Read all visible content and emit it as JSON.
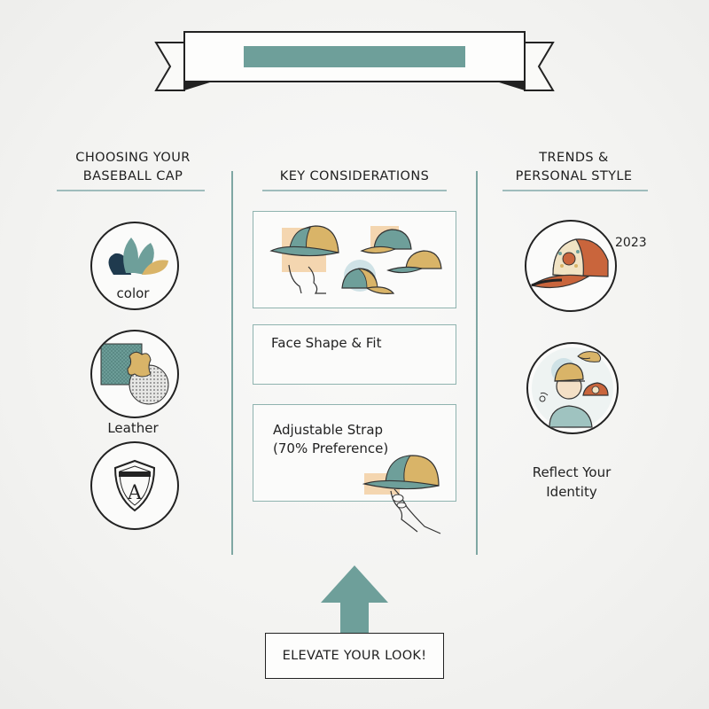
{
  "banner": {
    "title": "",
    "bar_color": "#6e9f9a",
    "icon": "ribbon-banner"
  },
  "columns": {
    "left": {
      "title_line1": "CHOOSING YOUR",
      "title_line2": "BASEBALL CAP",
      "items": [
        {
          "label": "color",
          "icon": "color-petals-icon"
        },
        {
          "label": "Leather",
          "icon": "leather-material-icon"
        },
        {
          "label": "",
          "icon": "shield-logo-icon"
        }
      ]
    },
    "center": {
      "title": "KEY CONSIDERATIONS",
      "boxes": [
        {
          "label": "",
          "icon": "cap-styles-illustration"
        },
        {
          "label": "Face Shape & Fit"
        },
        {
          "label_line1": "Adjustable Strap",
          "label_line2": "(70% Preference)",
          "icon": "cap-strap-hand-icon"
        }
      ]
    },
    "right": {
      "title_line1": "TRENDS &",
      "title_line2": "PERSONAL STYLE",
      "trend_year": "2023",
      "identity_line1": "Reflect Your",
      "identity_line2": "Identity",
      "icons": [
        "trucker-cap-icon",
        "person-with-caps-icon"
      ]
    }
  },
  "arrow": {
    "icon": "up-arrow-icon"
  },
  "cta": {
    "label": "ELEVATE YOUR LOOK!"
  },
  "colors": {
    "teal": "#6e9f9a",
    "mustard": "#d9b468",
    "navy": "#1f3a4e",
    "rust": "#c9653c",
    "divider": "#7fa7a3"
  }
}
